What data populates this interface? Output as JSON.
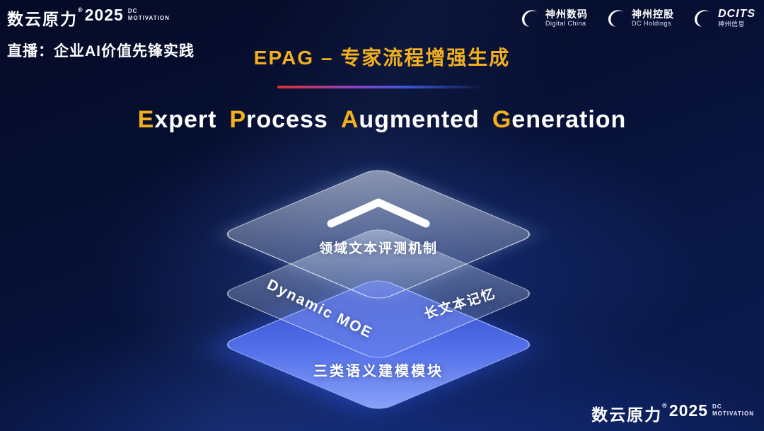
{
  "header": {
    "brand": {
      "name": "数云原力",
      "reg": "®",
      "year": "2025",
      "sub_line1": "DC",
      "sub_line2": "MOTIVATION"
    },
    "live_label": "直播：企业AI价值先锋实践",
    "title": "EPAG – 专家流程增强生成",
    "partner_logos": [
      {
        "name": "神州数码",
        "subtitle": "Digital China"
      },
      {
        "name": "神州控股",
        "subtitle": "DC Holdings"
      },
      {
        "name": "DCITS",
        "subtitle": "神州信息"
      }
    ]
  },
  "subtitle": {
    "words": [
      {
        "initial": "E",
        "rest": "xpert"
      },
      {
        "initial": "P",
        "rest": "rocess"
      },
      {
        "initial": "A",
        "rest": "ugmented"
      },
      {
        "initial": "G",
        "rest": "eneration"
      }
    ]
  },
  "diagram": {
    "top_layer": {
      "label": "领域文本评测机制",
      "icon": "chevron-up-icon",
      "style": "glass"
    },
    "middle_layer": {
      "label_left": "Dynamic MOE",
      "label_right": "长文本记忆",
      "style": "glass"
    },
    "bottom_layer": {
      "label": "三类语义建模模块",
      "style": "blue"
    }
  },
  "footer": {
    "brand": {
      "name": "数云原力",
      "reg": "®",
      "year": "2025",
      "sub_line1": "DC",
      "sub_line2": "MOTIVATION"
    }
  },
  "colors": {
    "gold": "#f2b01e",
    "accent_red": "#d9342b",
    "layer_blue": "#3c55e0",
    "background_top": "#050a26",
    "background_bottom": "#0b1a4e"
  }
}
